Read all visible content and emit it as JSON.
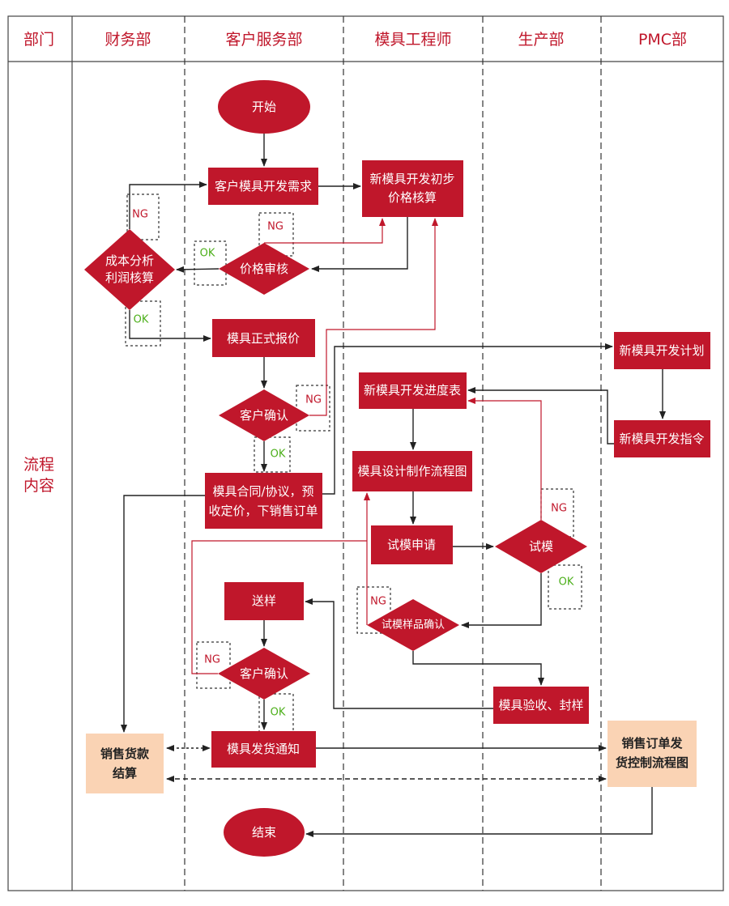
{
  "colors": {
    "node": "#C0172B",
    "peach": "#FAD3B4",
    "ok": "#4CAF1A"
  },
  "headers": {
    "dept": "部门",
    "finance": "财务部",
    "customer_service": "客户服务部",
    "mold_engineer": "模具工程师",
    "production": "生产部",
    "pmc": "PMC部"
  },
  "row_label": [
    "流程",
    "内容"
  ],
  "nodes": {
    "start": "开始",
    "demand": "客户模具开发需求",
    "prelim": [
      "新模具开发初步",
      "价格核算"
    ],
    "price_review": "价格审核",
    "cost": [
      "成本分析",
      "利润核算"
    ],
    "quote": "模具正式报价",
    "confirm1": "客户确认",
    "contract": [
      "模具合同/协议，预",
      "收定价，下销售订单"
    ],
    "plan": "新模具开发计划",
    "schedule": "新模具开发进度表",
    "order": "新模具开发指令",
    "design": "模具设计制作流程图",
    "trial_apply": "试模申请",
    "trial": "试模",
    "send_sample": "送样",
    "sample_confirm": "试模样品确认",
    "confirm2": "客户确认",
    "accept": "模具验收、封样",
    "settle": [
      "销售货款",
      "结算"
    ],
    "ship_notice": "模具发货通知",
    "pmc_flow": [
      "销售订单发",
      "货控制流程图"
    ],
    "end": "结束"
  },
  "labels": {
    "ng": "NG",
    "ok": "OK"
  }
}
